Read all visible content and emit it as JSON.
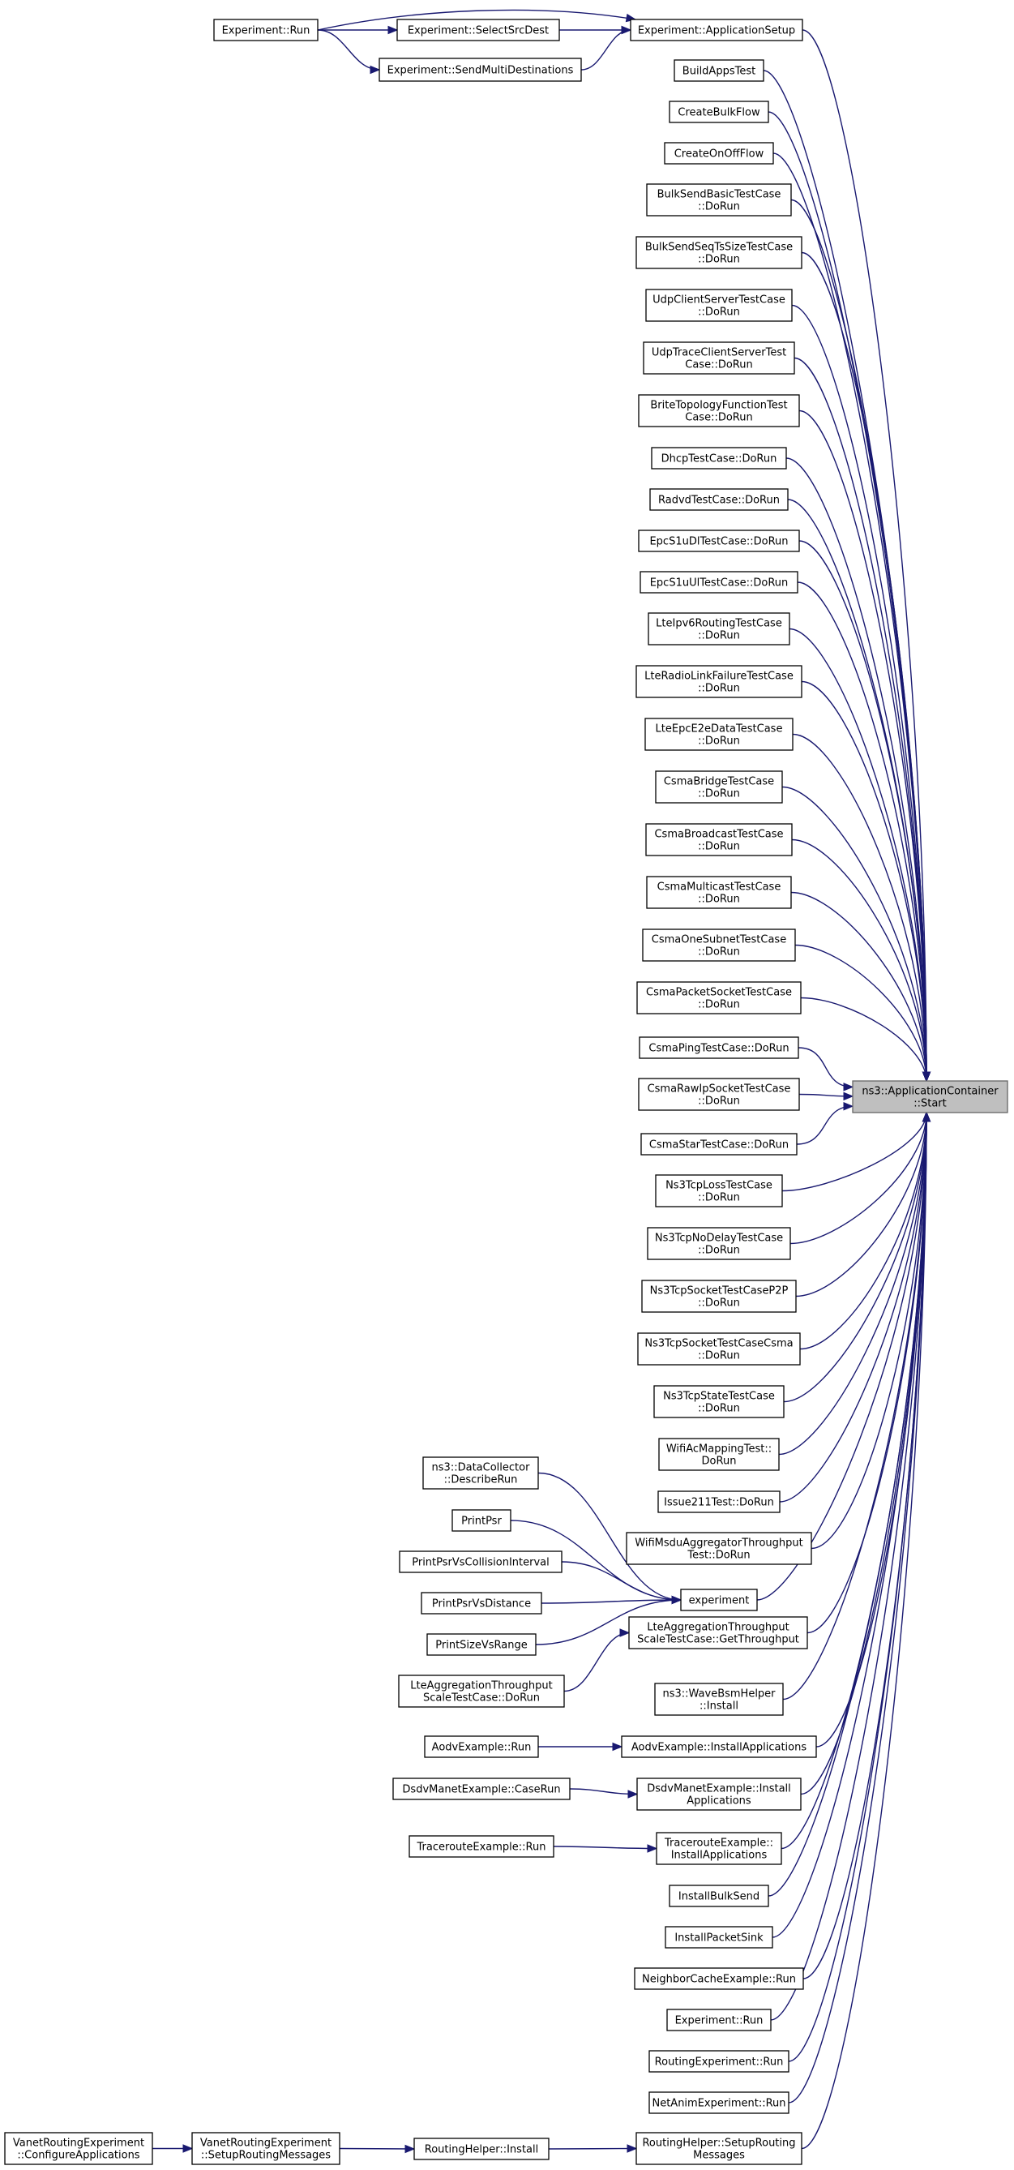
{
  "target": {
    "id": "target",
    "lines": [
      "ns3::ApplicationContainer",
      "::Start"
    ]
  },
  "nodes": [
    {
      "id": "expRun",
      "lines": [
        "Experiment::Run"
      ]
    },
    {
      "id": "selectSrcDest",
      "lines": [
        "Experiment::SelectSrcDest"
      ]
    },
    {
      "id": "sendMulti",
      "lines": [
        "Experiment::SendMultiDestinations"
      ]
    },
    {
      "id": "appSetup",
      "lines": [
        "Experiment::ApplicationSetup"
      ]
    },
    {
      "id": "buildApps",
      "lines": [
        "BuildAppsTest"
      ]
    },
    {
      "id": "bulkFlow",
      "lines": [
        "CreateBulkFlow"
      ]
    },
    {
      "id": "onOffFlow",
      "lines": [
        "CreateOnOffFlow"
      ]
    },
    {
      "id": "bulkBasic",
      "lines": [
        "BulkSendBasicTestCase",
        "::DoRun"
      ]
    },
    {
      "id": "bulkSeq",
      "lines": [
        "BulkSendSeqTsSizeTestCase",
        "::DoRun"
      ]
    },
    {
      "id": "udpCS",
      "lines": [
        "UdpClientServerTestCase",
        "::DoRun"
      ]
    },
    {
      "id": "udpTrace",
      "lines": [
        "UdpTraceClientServerTest",
        "Case::DoRun"
      ]
    },
    {
      "id": "brite",
      "lines": [
        "BriteTopologyFunctionTest",
        "Case::DoRun"
      ]
    },
    {
      "id": "dhcp",
      "lines": [
        "DhcpTestCase::DoRun"
      ]
    },
    {
      "id": "radvd",
      "lines": [
        "RadvdTestCase::DoRun"
      ]
    },
    {
      "id": "epcDl",
      "lines": [
        "EpcS1uDlTestCase::DoRun"
      ]
    },
    {
      "id": "epcUl",
      "lines": [
        "EpcS1uUlTestCase::DoRun"
      ]
    },
    {
      "id": "lteIpv6",
      "lines": [
        "LteIpv6RoutingTestCase",
        "::DoRun"
      ]
    },
    {
      "id": "lteRlf",
      "lines": [
        "LteRadioLinkFailureTestCase",
        "::DoRun"
      ]
    },
    {
      "id": "lteEpcE2e",
      "lines": [
        "LteEpcE2eDataTestCase",
        "::DoRun"
      ]
    },
    {
      "id": "csmaBridge",
      "lines": [
        "CsmaBridgeTestCase",
        "::DoRun"
      ]
    },
    {
      "id": "csmaBcast",
      "lines": [
        "CsmaBroadcastTestCase",
        "::DoRun"
      ]
    },
    {
      "id": "csmaMcast",
      "lines": [
        "CsmaMulticastTestCase",
        "::DoRun"
      ]
    },
    {
      "id": "csmaOneSub",
      "lines": [
        "CsmaOneSubnetTestCase",
        "::DoRun"
      ]
    },
    {
      "id": "csmaPktSock",
      "lines": [
        "CsmaPacketSocketTestCase",
        "::DoRun"
      ]
    },
    {
      "id": "csmaPing",
      "lines": [
        "CsmaPingTestCase::DoRun"
      ]
    },
    {
      "id": "csmaRawIp",
      "lines": [
        "CsmaRawIpSocketTestCase",
        "::DoRun"
      ]
    },
    {
      "id": "csmaStar",
      "lines": [
        "CsmaStarTestCase::DoRun"
      ]
    },
    {
      "id": "tcpLoss",
      "lines": [
        "Ns3TcpLossTestCase",
        "::DoRun"
      ]
    },
    {
      "id": "tcpNoDelay",
      "lines": [
        "Ns3TcpNoDelayTestCase",
        "::DoRun"
      ]
    },
    {
      "id": "tcpP2P",
      "lines": [
        "Ns3TcpSocketTestCaseP2P",
        "::DoRun"
      ]
    },
    {
      "id": "tcpCsma",
      "lines": [
        "Ns3TcpSocketTestCaseCsma",
        "::DoRun"
      ]
    },
    {
      "id": "tcpState",
      "lines": [
        "Ns3TcpStateTestCase",
        "::DoRun"
      ]
    },
    {
      "id": "wifiAc",
      "lines": [
        "WifiAcMappingTest::",
        "DoRun"
      ]
    },
    {
      "id": "issue211",
      "lines": [
        "Issue211Test::DoRun"
      ]
    },
    {
      "id": "wifiMsdu",
      "lines": [
        "WifiMsduAggregatorThroughput",
        "Test::DoRun"
      ]
    },
    {
      "id": "describeRun",
      "lines": [
        "ns3::DataCollector",
        "::DescribeRun"
      ]
    },
    {
      "id": "printPsr",
      "lines": [
        "PrintPsr"
      ]
    },
    {
      "id": "printPsrColl",
      "lines": [
        "PrintPsrVsCollisionInterval"
      ]
    },
    {
      "id": "printPsrDist",
      "lines": [
        "PrintPsrVsDistance"
      ]
    },
    {
      "id": "printSize",
      "lines": [
        "PrintSizeVsRange"
      ]
    },
    {
      "id": "experiment",
      "lines": [
        "experiment"
      ]
    },
    {
      "id": "lteAggGet",
      "lines": [
        "LteAggregationThroughput",
        "ScaleTestCase::GetThroughput"
      ]
    },
    {
      "id": "lteAggDoRun",
      "lines": [
        "LteAggregationThroughput",
        "ScaleTestCase::DoRun"
      ]
    },
    {
      "id": "waveBsm",
      "lines": [
        "ns3::WaveBsmHelper",
        "::Install"
      ]
    },
    {
      "id": "aodvRun",
      "lines": [
        "AodvExample::Run"
      ]
    },
    {
      "id": "aodvInstall",
      "lines": [
        "AodvExample::InstallApplications"
      ]
    },
    {
      "id": "dsdvCase",
      "lines": [
        "DsdvManetExample::CaseRun"
      ]
    },
    {
      "id": "dsdvInstall",
      "lines": [
        "DsdvManetExample::Install",
        "Applications"
      ]
    },
    {
      "id": "traceRun",
      "lines": [
        "TracerouteExample::Run"
      ]
    },
    {
      "id": "traceInstall",
      "lines": [
        "TracerouteExample::",
        "InstallApplications"
      ]
    },
    {
      "id": "installBulk",
      "lines": [
        "InstallBulkSend"
      ]
    },
    {
      "id": "installSink",
      "lines": [
        "InstallPacketSink"
      ]
    },
    {
      "id": "neighborRun",
      "lines": [
        "NeighborCacheExample::Run"
      ]
    },
    {
      "id": "expRun2",
      "lines": [
        "Experiment::Run"
      ]
    },
    {
      "id": "routingExpRun",
      "lines": [
        "RoutingExperiment::Run"
      ]
    },
    {
      "id": "netAnimRun",
      "lines": [
        "NetAnimExperiment::Run"
      ]
    },
    {
      "id": "vanetConfig",
      "lines": [
        "VanetRoutingExperiment",
        "::ConfigureApplications"
      ]
    },
    {
      "id": "vanetSetup",
      "lines": [
        "VanetRoutingExperiment",
        "::SetupRoutingMessages"
      ]
    },
    {
      "id": "routingInstall",
      "lines": [
        "RoutingHelper::Install"
      ]
    },
    {
      "id": "routingSetup",
      "lines": [
        "RoutingHelper::SetupRouting",
        "Messages"
      ]
    }
  ],
  "edges": [
    [
      "expRun",
      "selectSrcDest"
    ],
    [
      "expRun",
      "sendMulti"
    ],
    [
      "expRun",
      "appSetup"
    ],
    [
      "selectSrcDest",
      "appSetup"
    ],
    [
      "sendMulti",
      "appSetup"
    ],
    [
      "describeRun",
      "experiment"
    ],
    [
      "printPsr",
      "experiment"
    ],
    [
      "printPsrColl",
      "experiment"
    ],
    [
      "printPsrDist",
      "experiment"
    ],
    [
      "printSize",
      "experiment"
    ],
    [
      "lteAggDoRun",
      "lteAggGet"
    ],
    [
      "aodvRun",
      "aodvInstall"
    ],
    [
      "dsdvCase",
      "dsdvInstall"
    ],
    [
      "traceRun",
      "traceInstall"
    ],
    [
      "vanetConfig",
      "vanetSetup"
    ],
    [
      "vanetSetup",
      "routingInstall"
    ],
    [
      "routingInstall",
      "routingSetup"
    ],
    [
      "appSetup",
      "target"
    ],
    [
      "buildApps",
      "target"
    ],
    [
      "bulkFlow",
      "target"
    ],
    [
      "onOffFlow",
      "target"
    ],
    [
      "bulkBasic",
      "target"
    ],
    [
      "bulkSeq",
      "target"
    ],
    [
      "udpCS",
      "target"
    ],
    [
      "udpTrace",
      "target"
    ],
    [
      "brite",
      "target"
    ],
    [
      "dhcp",
      "target"
    ],
    [
      "radvd",
      "target"
    ],
    [
      "epcDl",
      "target"
    ],
    [
      "epcUl",
      "target"
    ],
    [
      "lteIpv6",
      "target"
    ],
    [
      "lteRlf",
      "target"
    ],
    [
      "lteEpcE2e",
      "target"
    ],
    [
      "csmaBridge",
      "target"
    ],
    [
      "csmaBcast",
      "target"
    ],
    [
      "csmaMcast",
      "target"
    ],
    [
      "csmaOneSub",
      "target"
    ],
    [
      "csmaPktSock",
      "target"
    ],
    [
      "csmaPing",
      "target"
    ],
    [
      "csmaRawIp",
      "target"
    ],
    [
      "csmaStar",
      "target"
    ],
    [
      "tcpLoss",
      "target"
    ],
    [
      "tcpNoDelay",
      "target"
    ],
    [
      "tcpP2P",
      "target"
    ],
    [
      "tcpCsma",
      "target"
    ],
    [
      "tcpState",
      "target"
    ],
    [
      "wifiAc",
      "target"
    ],
    [
      "issue211",
      "target"
    ],
    [
      "wifiMsdu",
      "target"
    ],
    [
      "experiment",
      "target"
    ],
    [
      "lteAggGet",
      "target"
    ],
    [
      "waveBsm",
      "target"
    ],
    [
      "aodvInstall",
      "target"
    ],
    [
      "dsdvInstall",
      "target"
    ],
    [
      "traceInstall",
      "target"
    ],
    [
      "installBulk",
      "target"
    ],
    [
      "installSink",
      "target"
    ],
    [
      "neighborRun",
      "target"
    ],
    [
      "expRun2",
      "target"
    ],
    [
      "routingExpRun",
      "target"
    ],
    [
      "netAnimRun",
      "target"
    ],
    [
      "routingSetup",
      "target"
    ]
  ]
}
